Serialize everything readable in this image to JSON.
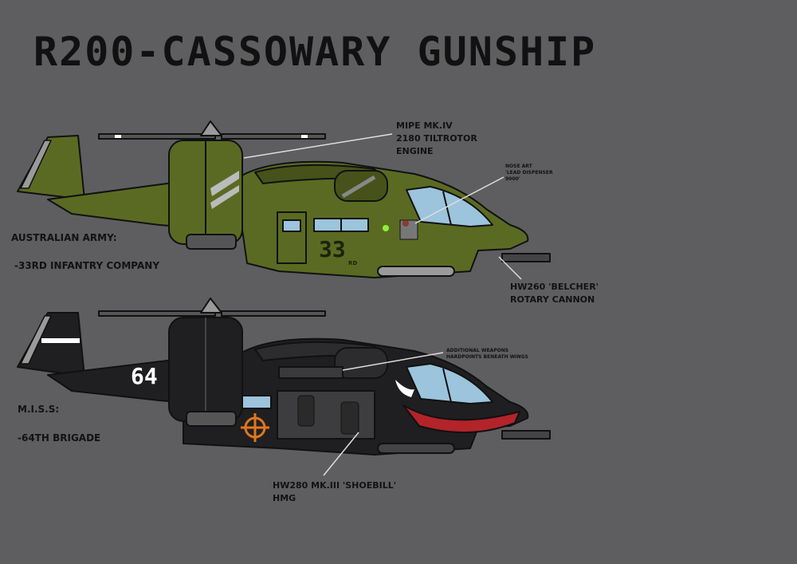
{
  "title": "R200-CASSOWARY GUNSHIP",
  "top": {
    "engine_label": [
      "MIPE MK.IV",
      "2180 TILTROTOR",
      "ENGINE"
    ],
    "nose_art_label": [
      "NOSE ART",
      "'LEAD DISPENSER",
      "9000'"
    ],
    "cannon_label": [
      "HW260 'BELCHER'",
      "ROTARY CANNON"
    ],
    "operator": "AUSTRALIAN ARMY:",
    "unit": "-33RD INFANTRY COMPANY",
    "hull_number": "33",
    "hull_suffix": "RD",
    "colors": {
      "body": "#5b6a22",
      "body_dark": "#46521a"
    }
  },
  "bottom": {
    "wings_label": [
      "ADDITIONAL WEAPONS",
      "HARDPOINTS BENEATH WINGS"
    ],
    "hmg_label": [
      "HW280 MK.III 'SHOEBILL'",
      "HMG"
    ],
    "operator": "M.I.S.S:",
    "unit": "-64TH BRIGADE",
    "hull_number": "64",
    "colors": {
      "body": "#1f1f21",
      "teeth_mouth": "#b3232a",
      "emblem": "#e0761d"
    }
  },
  "colors": {
    "background": "#5e5e60",
    "text": "#121212",
    "glass": "#9cc4dc"
  }
}
